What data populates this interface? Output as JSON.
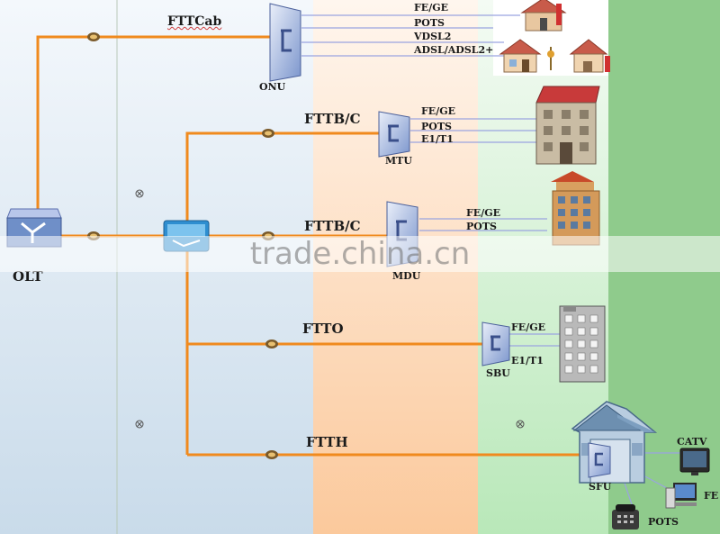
{
  "networks": {
    "fttcab": "FTTCab",
    "fttbc_1": "FTTB/C",
    "fttbc_2": "FTTB/C",
    "ftto": "FTTO",
    "ftth": "FTTH"
  },
  "devices": {
    "olt": "OLT",
    "onu": "ONU",
    "mtu": "MTU",
    "mdu": "MDU",
    "sbu": "SBU",
    "sfu": "SFU"
  },
  "ports": {
    "onu": [
      "FE/GE",
      "POTS",
      "VDSL2",
      "ADSL/ADSL2+"
    ],
    "mtu": [
      "FE/GE",
      "POTS",
      "E1/T1"
    ],
    "mdu": [
      "FE/GE",
      "POTS"
    ],
    "sbu": [
      "FE/GE",
      "E1/T1"
    ],
    "sfu": [
      "CATV",
      "FE",
      "POTS"
    ]
  },
  "watermark": "trade.china.cn",
  "colors": {
    "fiber": "#f08a1e",
    "zone_blue": "#d4e4f0",
    "zone_orange": "#fbd8b8",
    "zone_light_green": "#c6ecc6",
    "zone_green": "#8fcb8c",
    "device_blue": "#6f8fc8",
    "port_line": "#9aa4e0"
  },
  "icons": [
    "splitter-icon",
    "house-icon",
    "office-building-icon",
    "apartment-tower-icon",
    "telephone-icon",
    "computer-icon",
    "tv-icon",
    "switch-icon"
  ]
}
